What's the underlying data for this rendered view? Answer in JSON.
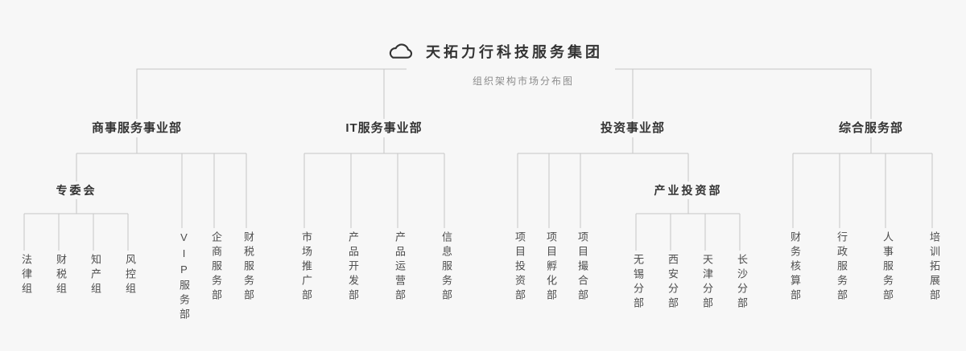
{
  "root": {
    "title": "天拓力行科技服务集团",
    "subtitle": "组织架构市场分布图",
    "icon": "cloud-icon"
  },
  "divisions": [
    {
      "label": "商事服务事业部",
      "committee": {
        "label": "专委会",
        "children": [
          "法律组",
          "财税组",
          "知产组",
          "风控组"
        ]
      },
      "children": [
        "VIP服务部",
        "企商服务部",
        "财税服务部"
      ]
    },
    {
      "label": "IT服务事业部",
      "children": [
        "市场推广部",
        "产品开发部",
        "产品运营部",
        "信息服务部"
      ]
    },
    {
      "label": "投资事业部",
      "children": [
        "项目投资部",
        "项目孵化部",
        "项目撮合部"
      ],
      "subdivision": {
        "label": "产业投资部",
        "children": [
          "无锡分部",
          "西安分部",
          "天津分部",
          "长沙分部"
        ]
      }
    },
    {
      "label": "综合服务部",
      "children": [
        "财务核算部",
        "行政服务部",
        "人事服务部",
        "培训拓展部"
      ]
    }
  ],
  "colors": {
    "background": "#f7f7f7",
    "line": "#c6c6c6",
    "text": "#333333",
    "muted": "#8c8c8c"
  }
}
